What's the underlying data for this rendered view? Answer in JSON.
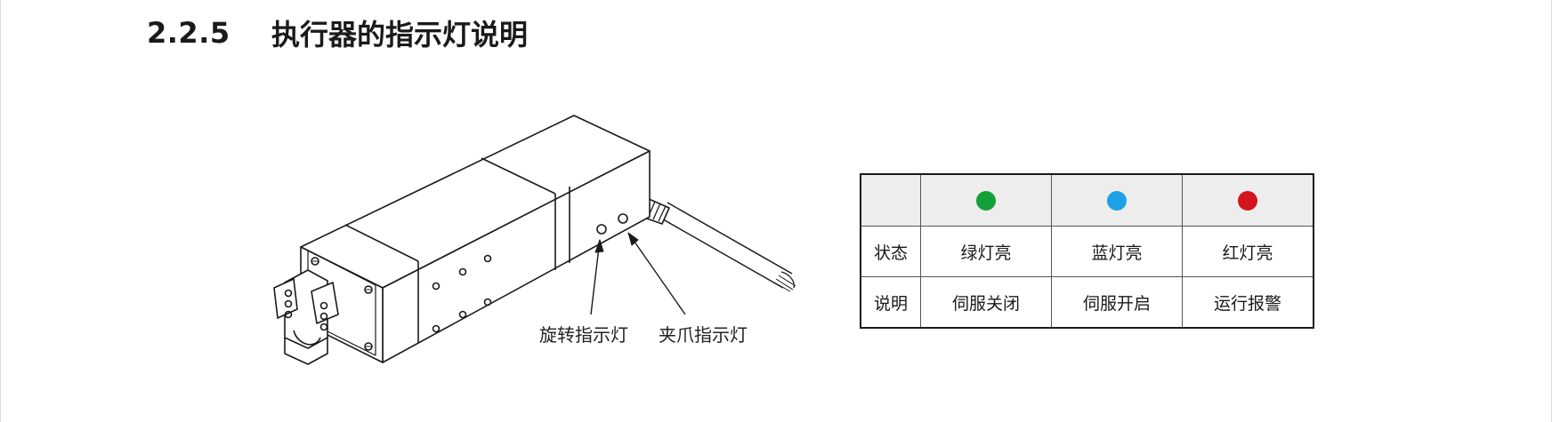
{
  "heading": {
    "number": "2.2.5",
    "title": "执行器的指示灯说明"
  },
  "figure": {
    "labels": {
      "rotate_indicator": "旋转指示灯",
      "clamp_indicator": "夹爪指示灯"
    }
  },
  "table": {
    "columns": [
      {
        "icon": "green-led-dot",
        "color": "#13a03a",
        "state": "绿灯亮",
        "meaning": "伺服关闭"
      },
      {
        "icon": "blue-led-dot",
        "color": "#1ea0e6",
        "state": "蓝灯亮",
        "meaning": "伺服开启"
      },
      {
        "icon": "red-led-dot",
        "color": "#d4141c",
        "state": "红灯亮",
        "meaning": "运行报警"
      }
    ],
    "row_headers": {
      "state": "状态",
      "meaning": "说明"
    }
  }
}
